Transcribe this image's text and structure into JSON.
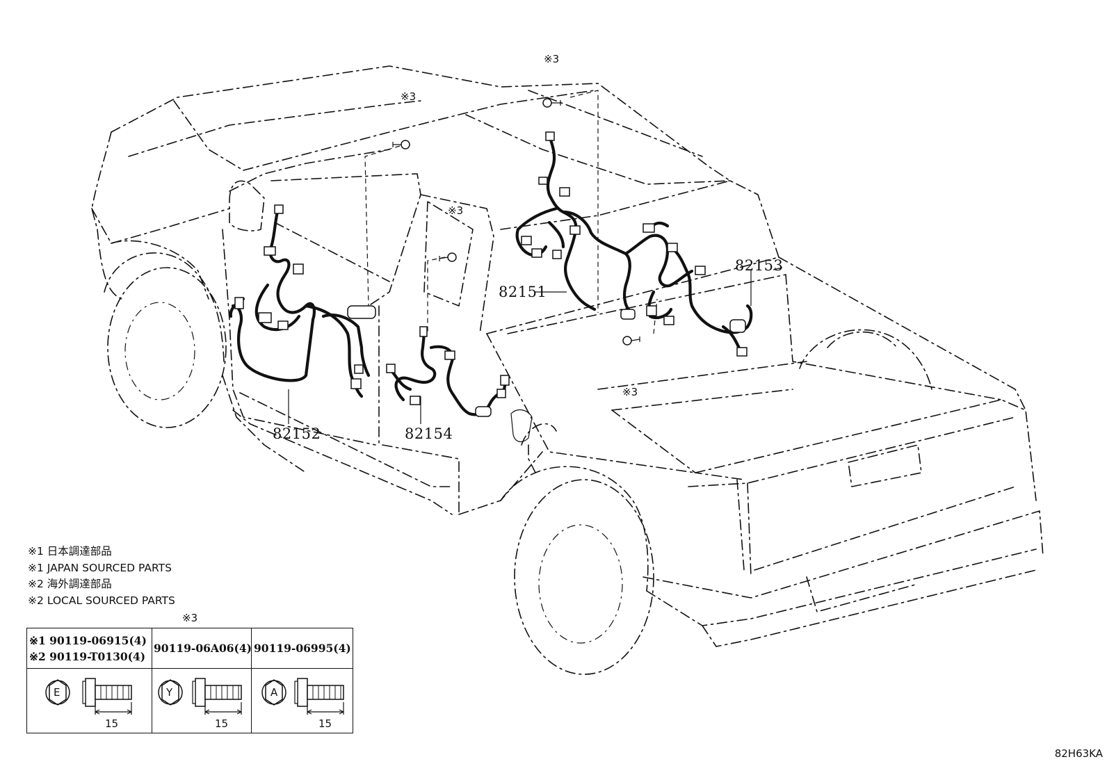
{
  "part_labels": {
    "harness_82151": "82151",
    "harness_82152": "82152",
    "harness_82153": "82153",
    "harness_82154": "82154"
  },
  "bolt_marks": {
    "roof_front": "※3",
    "roof_center": "※3",
    "b_pillar": "※3",
    "bed_front": "※3"
  },
  "notes": [
    "※1 日本調達部品",
    "※1 JAPAN SOURCED PARTS",
    "※2 海外調達部品",
    "※2 LOCAL SOURCED PARTS"
  ],
  "bolt_table": {
    "header_mark": "※3",
    "columns": [
      {
        "lines": [
          "※1 90119-06915(4)",
          "※2 90119-T0130(4)"
        ],
        "head_symbol": "E",
        "dimension": "15"
      },
      {
        "lines": [
          "90119-06A06(4)"
        ],
        "head_symbol": "Y",
        "dimension": "15"
      },
      {
        "lines": [
          "90119-06995(4)"
        ],
        "head_symbol": "A",
        "dimension": "15"
      }
    ]
  },
  "illustration_code": "82H63KA"
}
